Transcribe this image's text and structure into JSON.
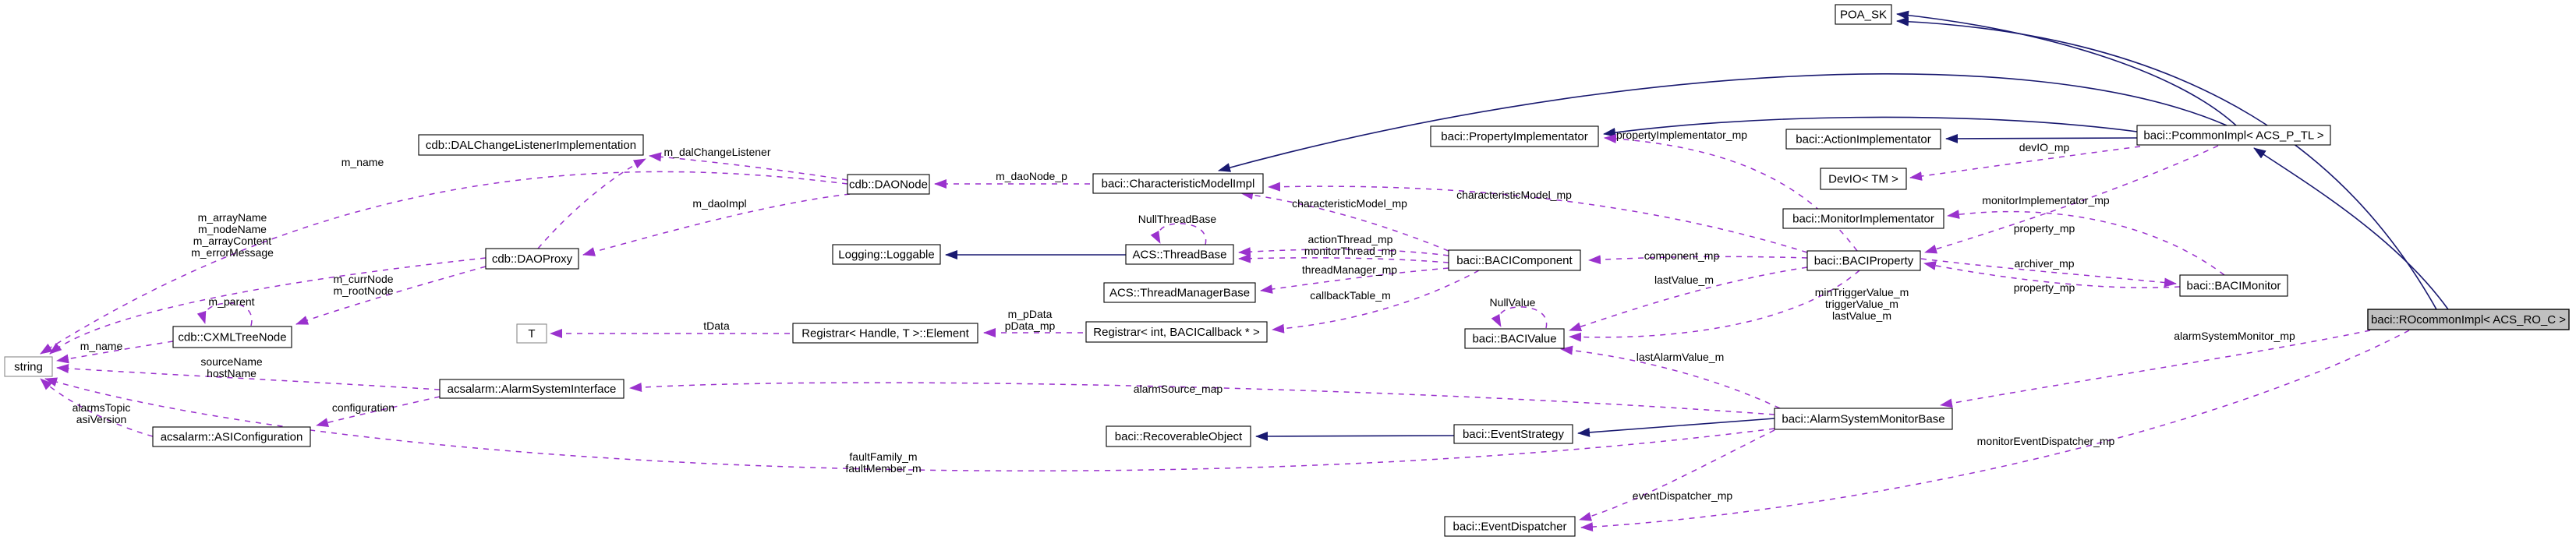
{
  "diagram": {
    "type": "collaboration-graph",
    "colors": {
      "background": "#ffffff",
      "inheritance_edge": "#191970",
      "usage_edge": "#9a32cd",
      "box_border": "#000000",
      "muted_box_border": "#8a8a8a",
      "box_fill": "#ffffff",
      "highlight_fill": "#c0c0c0",
      "text": "#000000"
    },
    "nodes": [
      {
        "id": "poa-sk",
        "label": "POA_SK",
        "highlighted": false
      },
      {
        "id": "dal-change-listener",
        "label": "cdb::DALChangeListenerImplementation",
        "highlighted": false
      },
      {
        "id": "property-implementator",
        "label": "baci::PropertyImplementator",
        "highlighted": false
      },
      {
        "id": "action-implementator",
        "label": "baci::ActionImplementator",
        "highlighted": false
      },
      {
        "id": "pcommon-impl",
        "label": "baci::PcommonImpl< ACS_P_TL >",
        "highlighted": false
      },
      {
        "id": "devio-tm",
        "label": "DevIO< TM >",
        "highlighted": false
      },
      {
        "id": "dao-node",
        "label": "cdb::DAONode",
        "highlighted": false
      },
      {
        "id": "characteristic-model-impl",
        "label": "baci::CharacteristicModelImpl",
        "highlighted": false
      },
      {
        "id": "monitor-implementator",
        "label": "baci::MonitorImplementator",
        "highlighted": false
      },
      {
        "id": "dao-proxy",
        "label": "cdb::DAOProxy",
        "highlighted": false
      },
      {
        "id": "loggable",
        "label": "Logging::Loggable",
        "highlighted": false
      },
      {
        "id": "thread-base",
        "label": "ACS::ThreadBase",
        "highlighted": false
      },
      {
        "id": "baci-component",
        "label": "baci::BACIComponent",
        "highlighted": false
      },
      {
        "id": "baci-property",
        "label": "baci::BACIProperty",
        "highlighted": false
      },
      {
        "id": "baci-monitor",
        "label": "baci::BACIMonitor",
        "highlighted": false
      },
      {
        "id": "thread-manager-base",
        "label": "ACS::ThreadManagerBase",
        "highlighted": false
      },
      {
        "id": "ro-common-impl",
        "label": "baci::ROcommonImpl< ACS_RO_C >",
        "highlighted": true
      },
      {
        "id": "cxml-tree-node",
        "label": "cdb::CXMLTreeNode",
        "highlighted": false
      },
      {
        "id": "t-param",
        "label": "T",
        "highlighted": false
      },
      {
        "id": "registrar-element",
        "label": "Registrar< Handle, T >::Element",
        "highlighted": false
      },
      {
        "id": "registrar-bacicallback",
        "label": "Registrar< int, BACICallback * >",
        "highlighted": false
      },
      {
        "id": "baci-value",
        "label": "baci::BACIValue",
        "highlighted": false
      },
      {
        "id": "string-node",
        "label": "string",
        "highlighted": false
      },
      {
        "id": "alarm-system-interface",
        "label": "acsalarm::AlarmSystemInterface",
        "highlighted": false
      },
      {
        "id": "asi-configuration",
        "label": "acsalarm::ASIConfiguration",
        "highlighted": false
      },
      {
        "id": "recoverable-object",
        "label": "baci::RecoverableObject",
        "highlighted": false
      },
      {
        "id": "event-strategy",
        "label": "baci::EventStrategy",
        "highlighted": false
      },
      {
        "id": "alarm-system-monitor-base",
        "label": "baci::AlarmSystemMonitorBase",
        "highlighted": false
      },
      {
        "id": "event-dispatcher",
        "label": "baci::EventDispatcher",
        "highlighted": false
      }
    ],
    "edge_labels": [
      {
        "id": "m-name-daonode",
        "lines": [
          "m_name"
        ]
      },
      {
        "id": "m-dalchangelistener",
        "lines": [
          "m_dalChangeListener"
        ]
      },
      {
        "id": "m-daonode-p",
        "lines": [
          "m_daoNode_p"
        ]
      },
      {
        "id": "m-daoimpl",
        "lines": [
          "m_daoImpl"
        ]
      },
      {
        "id": "m-array-block",
        "lines": [
          "m_arrayName",
          "m_nodeName",
          "m_arrayContent",
          "m_errorMessage"
        ]
      },
      {
        "id": "m-currnode-block",
        "lines": [
          "m_currNode",
          "m_rootNode"
        ]
      },
      {
        "id": "m-parent",
        "lines": [
          "m_parent"
        ]
      },
      {
        "id": "m-name-cxml",
        "lines": [
          "m_name"
        ]
      },
      {
        "id": "sourcename-block",
        "lines": [
          "sourceName",
          "hostName"
        ]
      },
      {
        "id": "alarmstopic-block",
        "lines": [
          "alarmsTopic",
          "asiVersion"
        ]
      },
      {
        "id": "configuration",
        "lines": [
          "configuration"
        ]
      },
      {
        "id": "faultfamily-block",
        "lines": [
          "faultFamily_m",
          "faultMember_m"
        ]
      },
      {
        "id": "alarmsource-map",
        "lines": [
          "alarmSource_map"
        ]
      },
      {
        "id": "nullthreadbase",
        "lines": [
          "NullThreadBase"
        ]
      },
      {
        "id": "actionthread-block",
        "lines": [
          "actionThread_mp",
          "monitorThread_mp"
        ]
      },
      {
        "id": "threadmanager-mp",
        "lines": [
          "threadManager_mp"
        ]
      },
      {
        "id": "callbacktable-m",
        "lines": [
          "callbackTable_m"
        ]
      },
      {
        "id": "m-pdata-block",
        "lines": [
          "m_pData",
          "pData_mp"
        ]
      },
      {
        "id": "tdata",
        "lines": [
          "tData"
        ]
      },
      {
        "id": "characteristicmodel-mp-1",
        "lines": [
          "characteristicModel_mp"
        ]
      },
      {
        "id": "characteristicmodel-mp-2",
        "lines": [
          "characteristicModel_mp"
        ]
      },
      {
        "id": "component-mp",
        "lines": [
          "component_mp"
        ]
      },
      {
        "id": "nullvalue",
        "lines": [
          "NullValue"
        ]
      },
      {
        "id": "lastvalue-m",
        "lines": [
          "lastValue_m"
        ]
      },
      {
        "id": "lastalarmvalue-m",
        "lines": [
          "lastAlarmValue_m"
        ]
      },
      {
        "id": "propertyimplementator-mp",
        "lines": [
          "propertyImplementator_mp"
        ]
      },
      {
        "id": "devio-mp",
        "lines": [
          "devIO_mp"
        ]
      },
      {
        "id": "monitorimplementator-mp",
        "lines": [
          "monitorImplementator_mp"
        ]
      },
      {
        "id": "property-mp-upper",
        "lines": [
          "property_mp"
        ]
      },
      {
        "id": "archiver-mp",
        "lines": [
          "archiver_mp"
        ]
      },
      {
        "id": "property-mp-lower",
        "lines": [
          "property_mp"
        ]
      },
      {
        "id": "mintrigger-block",
        "lines": [
          "minTriggerValue_m",
          "triggerValue_m",
          "lastValue_m"
        ]
      },
      {
        "id": "alarmsystemmonitor-mp",
        "lines": [
          "alarmSystemMonitor_mp"
        ]
      },
      {
        "id": "monitoreventdispatcher-mp",
        "lines": [
          "monitorEventDispatcher_mp"
        ]
      },
      {
        "id": "eventdispatcher-mp",
        "lines": [
          "eventDispatcher_mp"
        ]
      }
    ]
  }
}
